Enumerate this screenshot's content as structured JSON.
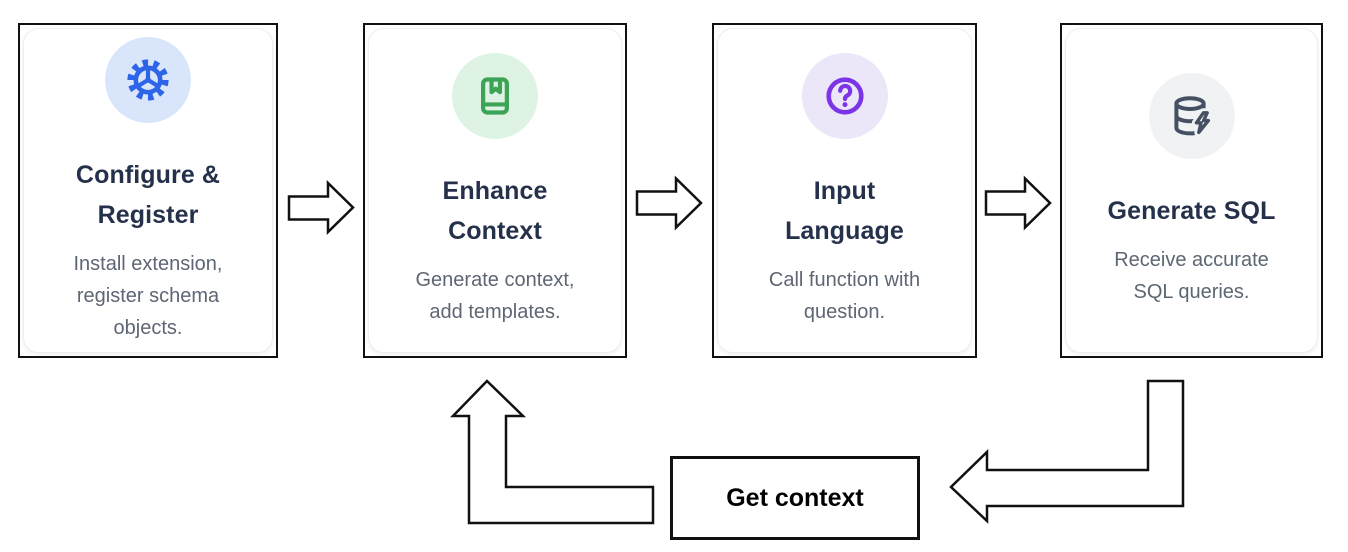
{
  "diagram": {
    "steps": [
      {
        "title_lines": [
          "Configure &",
          "Register"
        ],
        "description": "Install extension, register schema objects.",
        "icon": "gear-icon",
        "icon_color": "#2d64e8",
        "icon_bg": "#d9e5fb"
      },
      {
        "title_lines": [
          "Enhance",
          "Context"
        ],
        "description": "Generate context, add templates.",
        "icon": "book-icon",
        "icon_color": "#3da457",
        "icon_bg": "#def3e3"
      },
      {
        "title_lines": [
          "Input",
          "Language"
        ],
        "description": "Call function with question.",
        "icon": "help-icon",
        "icon_color": "#7c35e6",
        "icon_bg": "#ece6f9"
      },
      {
        "title_lines": [
          "Generate SQL"
        ],
        "description": "Receive accurate SQL queries.",
        "icon": "database-bolt-icon",
        "icon_color": "#455163",
        "icon_bg": "#f1f2f4"
      }
    ],
    "loop": {
      "label": "Get context"
    },
    "colors": {
      "card_border": "#111111",
      "arrow_outline": "#111111",
      "title_text": "#25304a",
      "body_text": "#5d6673",
      "background": "#ffffff"
    }
  }
}
